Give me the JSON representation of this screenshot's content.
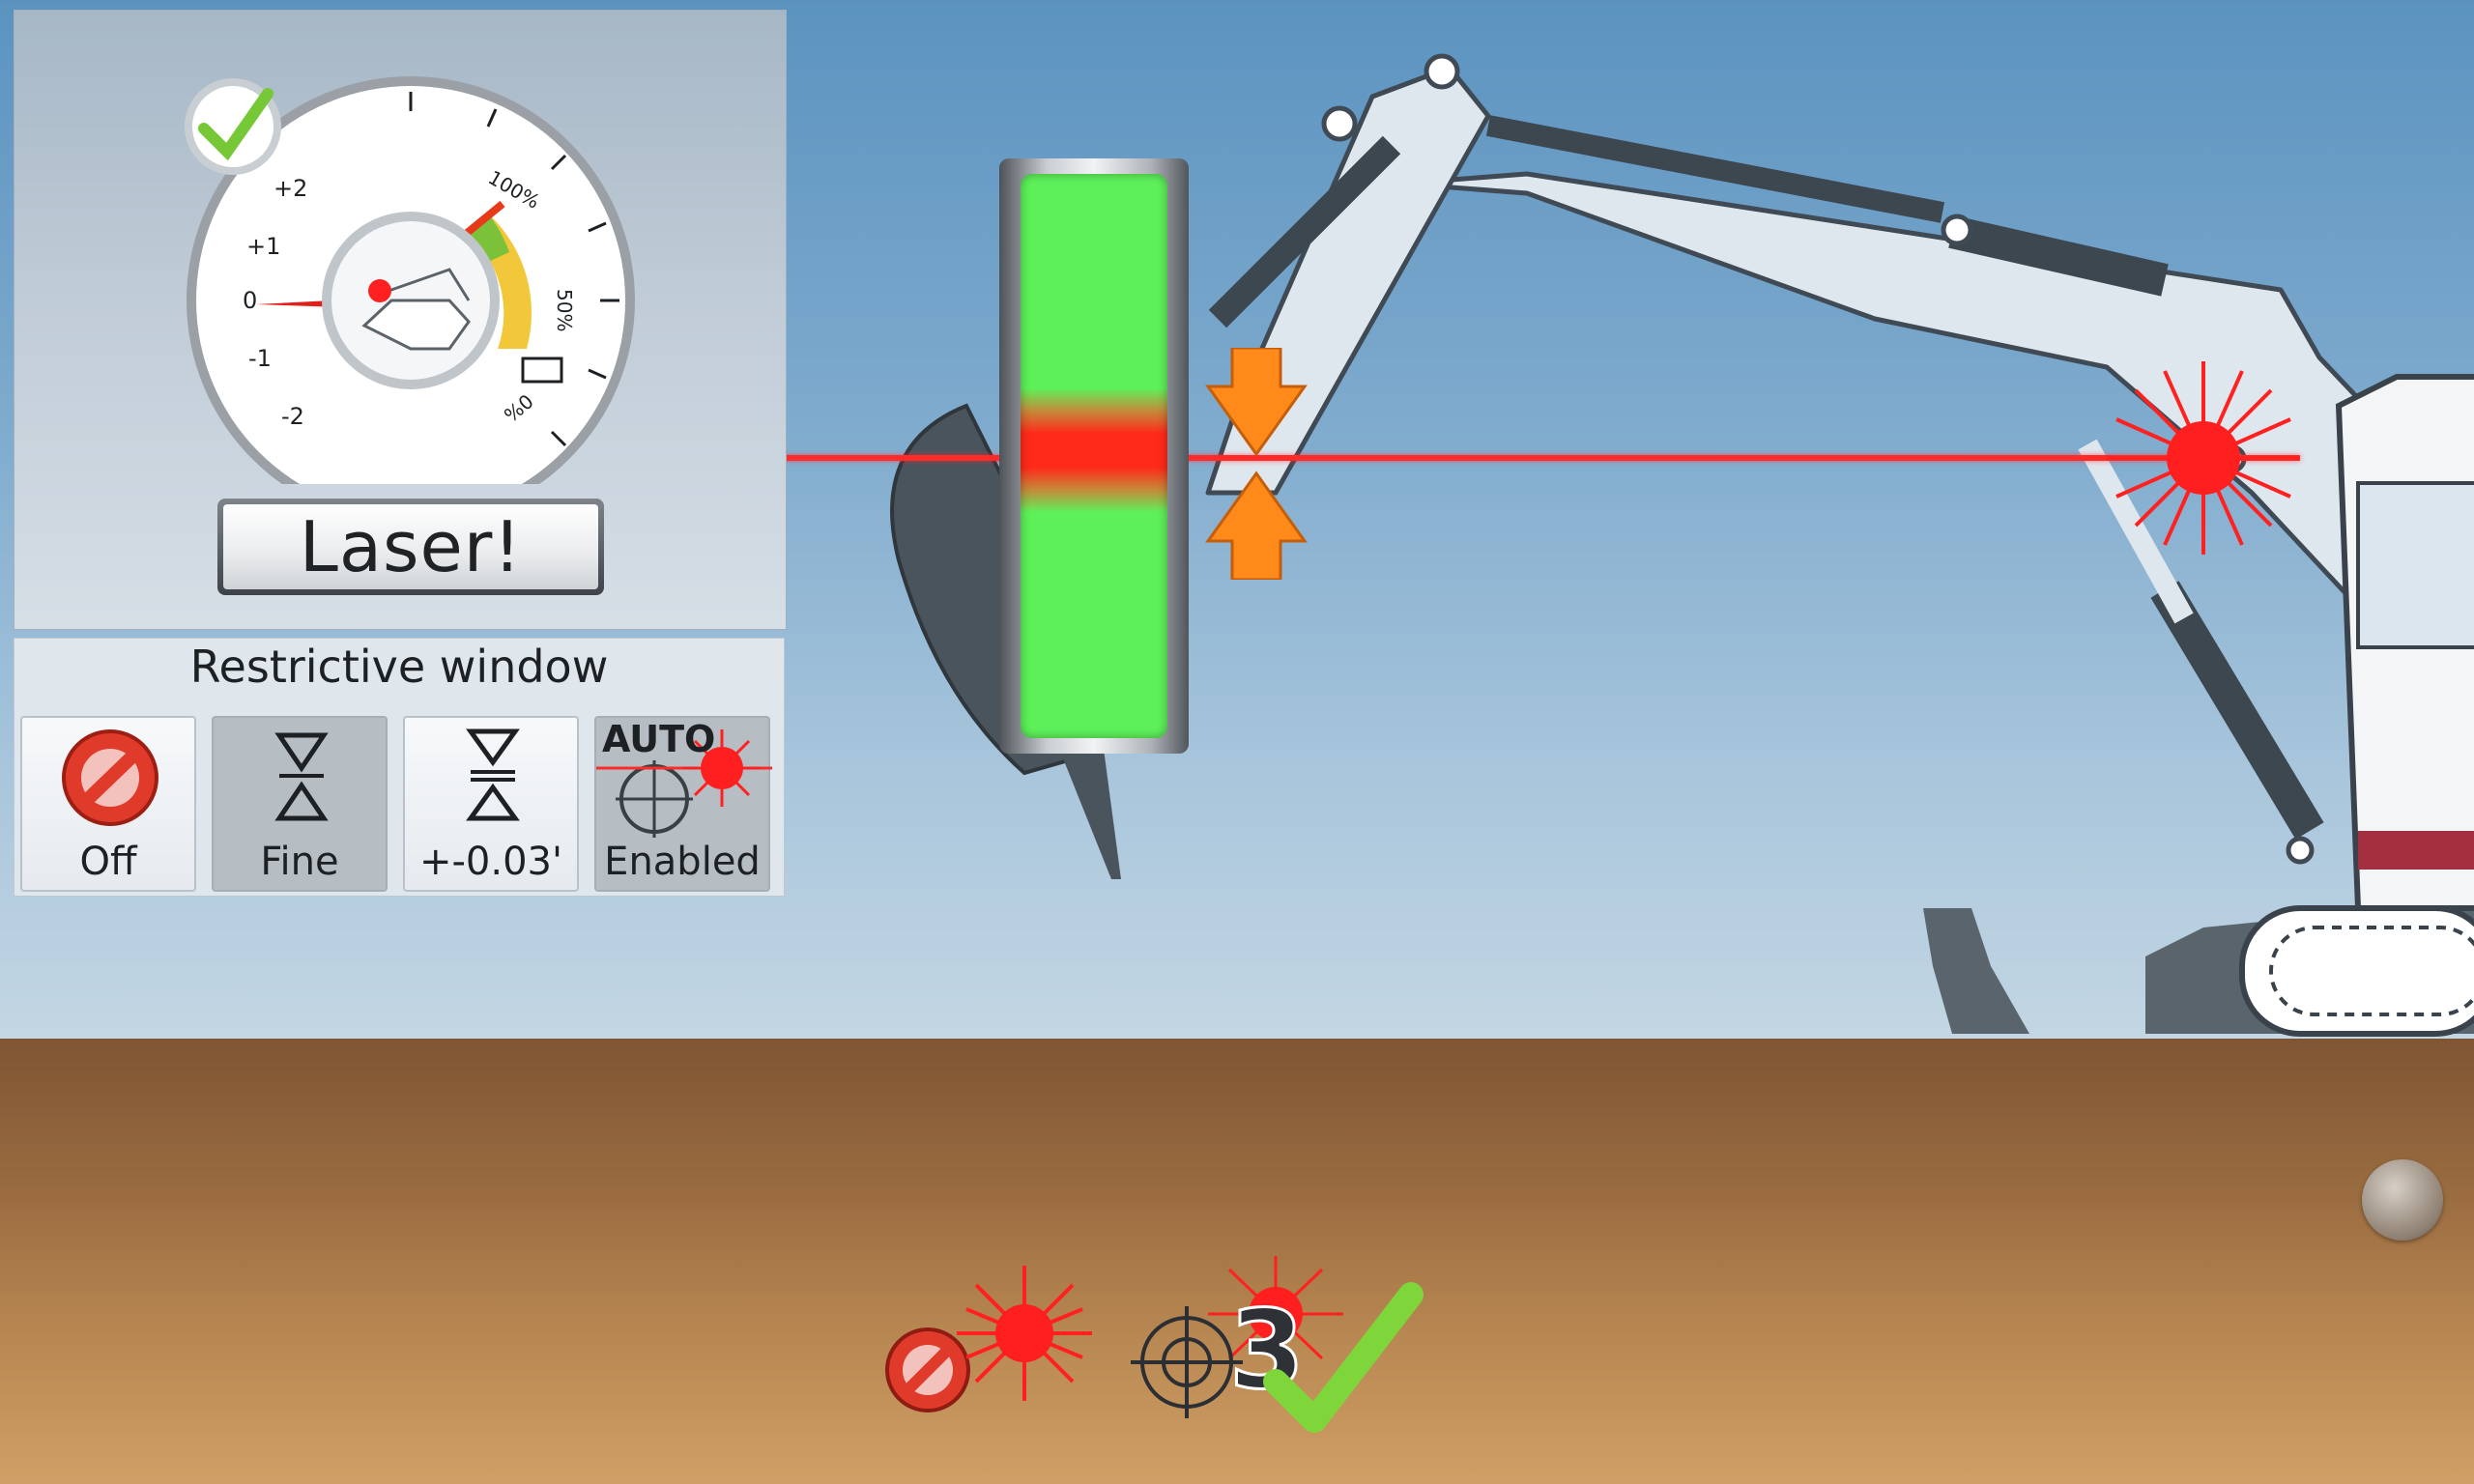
{
  "gauge": {
    "left_scale": [
      "+2",
      "+1",
      "0",
      "-1",
      "-2"
    ],
    "right_scale": [
      "100%",
      "50%",
      "0%"
    ],
    "laser_label": "Laser!"
  },
  "restrictive_window": {
    "title": "Restrictive window",
    "buttons": [
      {
        "label": "Off",
        "icon": "prohibited-icon",
        "selected": false
      },
      {
        "label": "Fine",
        "icon": "fine-window-icon",
        "selected": true
      },
      {
        "label": "+-0.03'",
        "icon": "tolerance-window-icon",
        "selected": false
      },
      {
        "label": "Enabled",
        "tag": "AUTO",
        "icon": "auto-laser-icon",
        "selected": true
      }
    ]
  },
  "status_bar": {
    "count": "3",
    "icons": [
      "prohibited-icon",
      "laser-starburst-icon",
      "crosshair-icon",
      "check-icon"
    ]
  },
  "colors": {
    "laser": "#ff2a2a",
    "on_grade": "#5ef05a",
    "arrow": "#ff8a1a",
    "check": "#7fd63a"
  }
}
